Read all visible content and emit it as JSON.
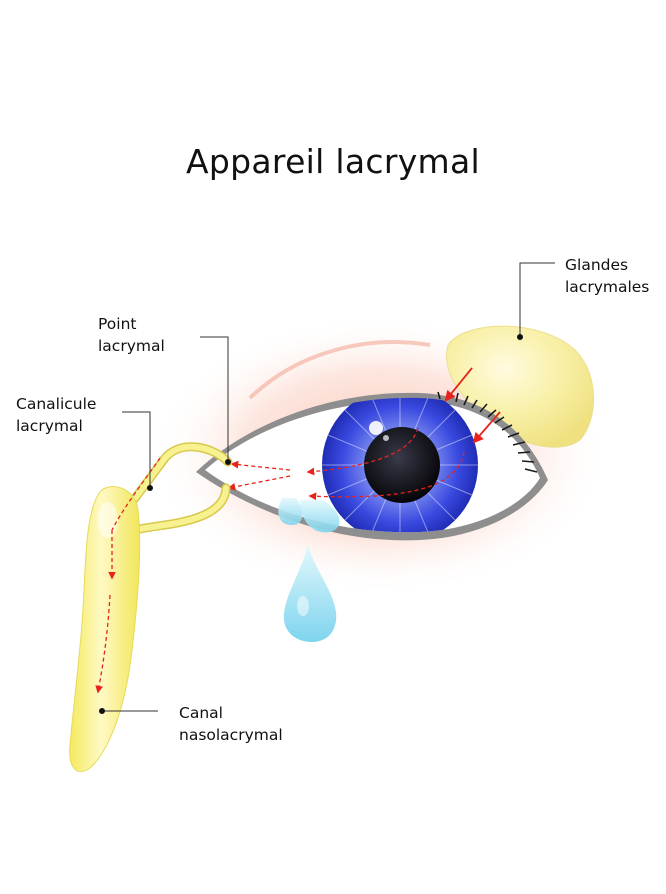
{
  "title": "Appareil lacrymal",
  "labels": {
    "glandes": [
      "Glandes",
      "lacrymales"
    ],
    "point": [
      "Point",
      "lacrymal"
    ],
    "canalicule": [
      "Canalicule",
      "lacrymal"
    ],
    "canal": [
      "Canal",
      "nasolacrymal"
    ]
  },
  "colors": {
    "iris": "#2f3fd6",
    "gland": "#f6eea0",
    "duct": "#f7f07a",
    "flow_arrow": "#e8231c",
    "tear": "#a9e6f5",
    "skin_glow": "#f7b8a6"
  }
}
